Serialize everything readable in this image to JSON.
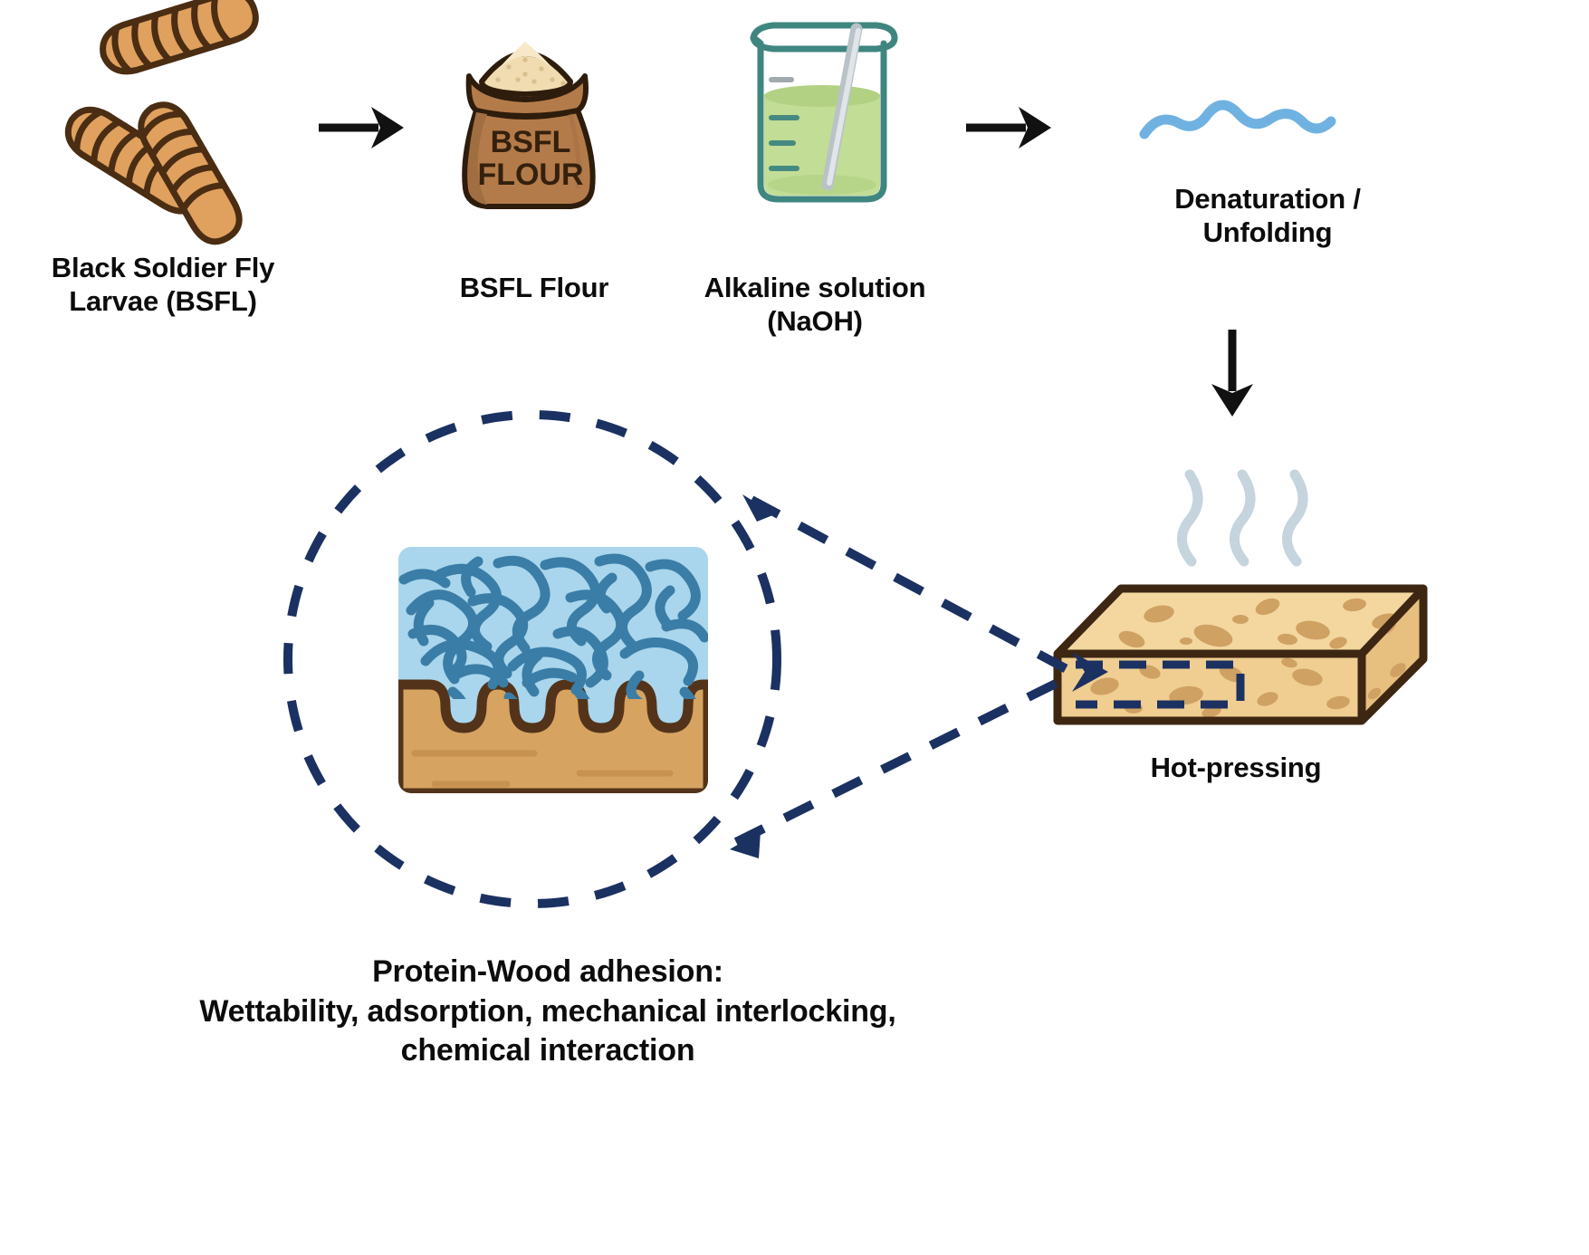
{
  "figure": {
    "title": "BSFL protein wood adhesive process flow",
    "background": "#ffffff"
  },
  "colors": {
    "larva_fill": "#e0a15e",
    "larva_fill_light": "#eab87e",
    "larva_outline": "#4a2d12",
    "sack_fill": "#b47b4a",
    "sack_fill_dark": "#a06e41",
    "sack_outline": "#2e1c0c",
    "flour_fill": "#f0dcb0",
    "flour_fill_light": "#f7e9c8",
    "beaker_outline": "#3f8680",
    "beaker_liquid": "#c2dd96",
    "beaker_liquid_dark": "#b2d183",
    "rod_fill": "#d8dde0",
    "squiggle": "#6fb2e2",
    "steam": "#c5d4dd",
    "board_fill": "#f0ce91",
    "board_top": "#f3d79f",
    "board_chip": "#cfa162",
    "board_outline": "#3d2712",
    "navy": "#1b3162",
    "arrow_black": "#111111",
    "inset_bg": "#a9d6ec",
    "protein_chain": "#3a7da7",
    "wood_fill": "#d6a361",
    "wood_fill_dark": "#c6914f",
    "wood_outline": "#53341a",
    "text": "#0c0c0c"
  },
  "steps": [
    {
      "id": "bsfl",
      "icon": "larvae-icon",
      "label_lines": [
        "Black Soldier Fly",
        "Larvae (BSFL)"
      ]
    },
    {
      "id": "flour",
      "icon": "flour-sack-icon",
      "sack_text_lines": [
        "BSFL",
        "FLOUR"
      ],
      "label_lines": [
        "BSFL Flour"
      ]
    },
    {
      "id": "alkaline",
      "icon": "beaker-icon",
      "label_lines": [
        "Alkaline solution",
        "(NaOH)"
      ]
    },
    {
      "id": "denaturation",
      "icon": "unfolded-protein-squiggle-icon",
      "label_lines": [
        "Denaturation /",
        "Unfolding"
      ]
    },
    {
      "id": "hotpressing",
      "icon": "particleboard-icon",
      "label_lines": [
        "Hot-pressing"
      ]
    }
  ],
  "arrows": [
    {
      "id": "arrow-larvae-to-flour",
      "direction": "right"
    },
    {
      "id": "arrow-beaker-to-denaturation",
      "direction": "right"
    },
    {
      "id": "arrow-denaturation-to-hotpressing",
      "direction": "down"
    }
  ],
  "inset": {
    "id": "protein-wood-interface",
    "caption_lines": [
      "Protein-Wood adhesion:",
      "Wettability, adsorption, mechanical interlocking,",
      "chemical interaction"
    ],
    "callout_style": "dashed",
    "callout_color": "#1b3162"
  },
  "chart_data": {
    "type": "diagram",
    "title": "BSFL protein adhesive process flow",
    "nodes": [
      {
        "name": "Black Soldier Fly Larvae (BSFL)",
        "stage": 1
      },
      {
        "name": "BSFL Flour",
        "stage": 2
      },
      {
        "name": "Alkaline solution (NaOH)",
        "stage": 3
      },
      {
        "name": "Denaturation / Unfolding",
        "stage": 4
      },
      {
        "name": "Hot-pressing",
        "stage": 5
      },
      {
        "name": "Protein-Wood adhesion",
        "stage": 6
      }
    ],
    "edges": [
      {
        "from": "Black Soldier Fly Larvae (BSFL)",
        "to": "BSFL Flour",
        "style": "solid-arrow"
      },
      {
        "from": "Alkaline solution (NaOH)",
        "to": "Denaturation / Unfolding",
        "style": "solid-arrow"
      },
      {
        "from": "Denaturation / Unfolding",
        "to": "Hot-pressing",
        "style": "solid-arrow"
      },
      {
        "from": "Hot-pressing",
        "to": "Protein-Wood adhesion",
        "style": "dashed-callout"
      }
    ]
  }
}
